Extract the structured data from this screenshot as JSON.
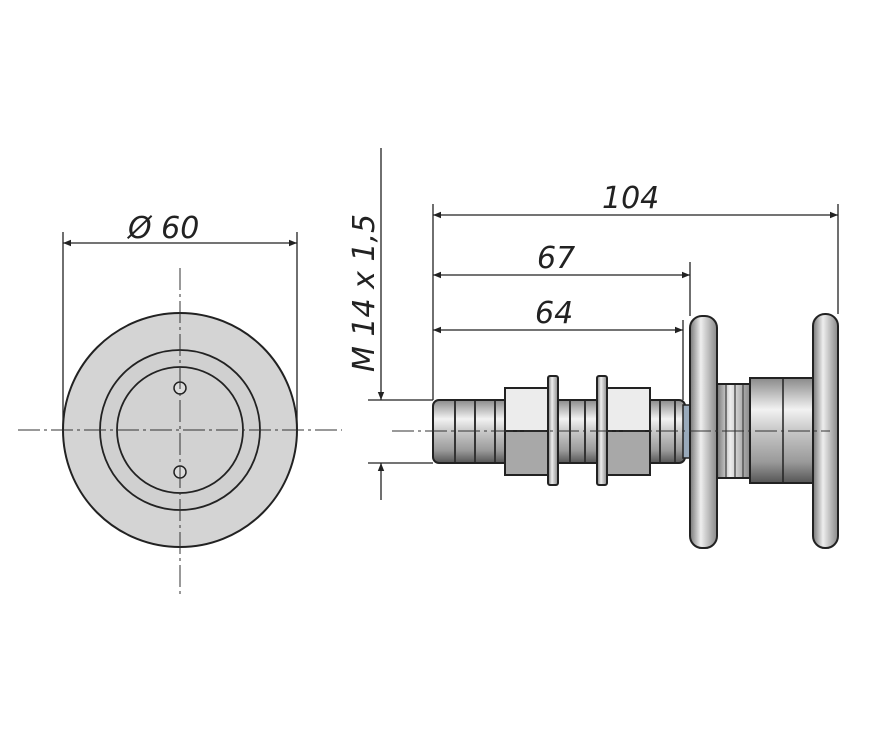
{
  "title": "Glass point fixing - technical drawing",
  "dimensions": {
    "diameter": "Ø 60",
    "thread": "M 14 x 1,5",
    "overall_length": "104",
    "length_67": "67",
    "length_64": "64"
  },
  "colors": {
    "line": "#222222",
    "metal_light": "#e6e6e6",
    "metal_dark": "#9a9a9a"
  }
}
